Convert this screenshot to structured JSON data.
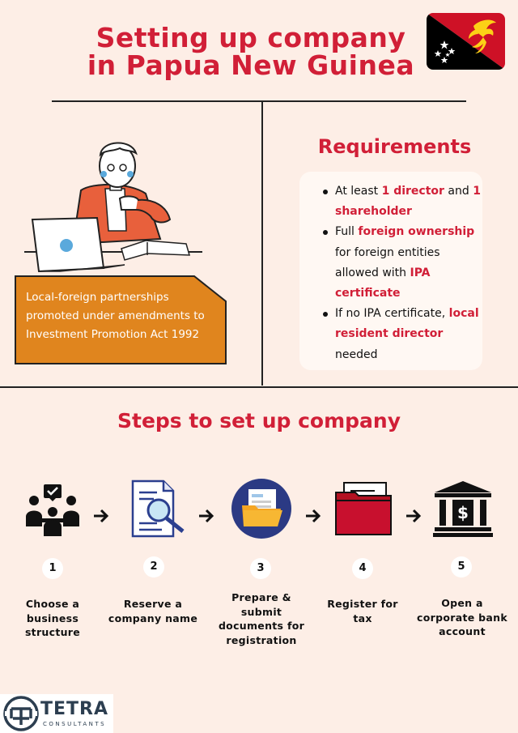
{
  "header": {
    "title_line1": "Setting up company",
    "title_line2": "in Papua New Guinea",
    "flag_icon": "papua-new-guinea-flag-icon"
  },
  "note": {
    "text": "Local-foreign partnerships promoted under amendments to Investment Promotion Act 1992"
  },
  "requirements": {
    "title": "Requirements",
    "items": [
      [
        {
          "t": "At least "
        },
        {
          "t": "1 director",
          "h": true
        },
        {
          "t": " and "
        },
        {
          "t": "1 shareholder",
          "h": true
        }
      ],
      [
        {
          "t": "Full "
        },
        {
          "t": "foreign ownership",
          "h": true
        },
        {
          "t": " for foreign entities allowed with "
        },
        {
          "t": "IPA certificate",
          "h": true
        }
      ],
      [
        {
          "t": "If no IPA certificate, "
        },
        {
          "t": "local resident director",
          "h": true
        },
        {
          "t": " needed"
        }
      ]
    ]
  },
  "steps": {
    "title": "Steps to set up company",
    "items": [
      {
        "num": "1",
        "label": "Choose a business structure",
        "icon": "team-structure-icon"
      },
      {
        "num": "2",
        "label": "Reserve a company name",
        "icon": "document-search-icon"
      },
      {
        "num": "3",
        "label": "Prepare & submit documents for registration",
        "icon": "folder-documents-icon"
      },
      {
        "num": "4",
        "label": "Register for tax",
        "icon": "red-folder-icon"
      },
      {
        "num": "5",
        "label": "Open a corporate bank account",
        "icon": "bank-icon"
      }
    ]
  },
  "footer": {
    "logo_word": "TETRA",
    "logo_sub": "CONSULTANTS"
  },
  "colors": {
    "accent": "#d11f37",
    "background": "#fdeee6",
    "note_box": "#e0851e"
  }
}
